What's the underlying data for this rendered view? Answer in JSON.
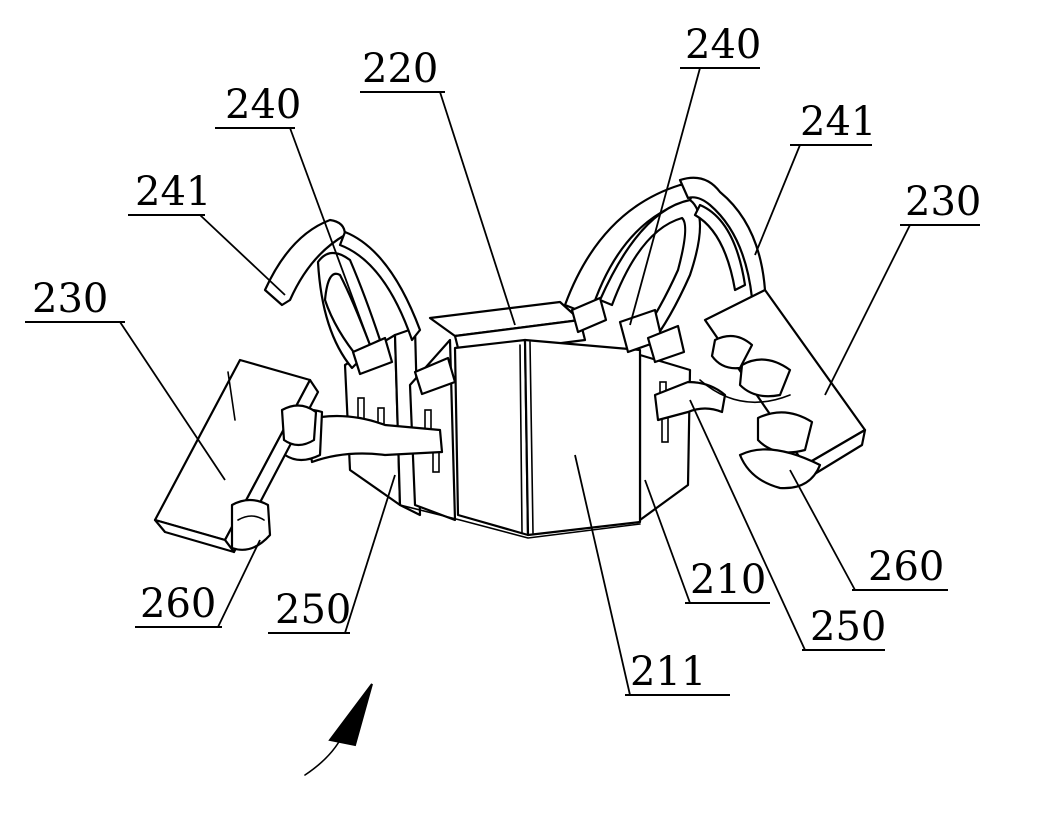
{
  "figure": {
    "labels": [
      {
        "id": "220",
        "text": "220"
      },
      {
        "id": "240a",
        "text": "240"
      },
      {
        "id": "240b",
        "text": "240"
      },
      {
        "id": "241a",
        "text": "241"
      },
      {
        "id": "241b",
        "text": "241"
      },
      {
        "id": "230a",
        "text": "230"
      },
      {
        "id": "230b",
        "text": "230"
      },
      {
        "id": "260a",
        "text": "260"
      },
      {
        "id": "260b",
        "text": "260"
      },
      {
        "id": "250a",
        "text": "250"
      },
      {
        "id": "250b",
        "text": "250"
      },
      {
        "id": "210",
        "text": "210"
      },
      {
        "id": "211",
        "text": "211"
      }
    ],
    "icons": [
      "direction-arrow-icon"
    ]
  }
}
